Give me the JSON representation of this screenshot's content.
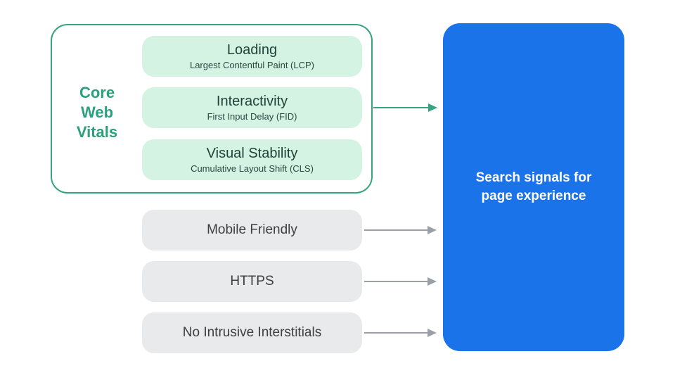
{
  "core_web_vitals": {
    "label": "Core Web Vitals",
    "pills": [
      {
        "title": "Loading",
        "subtitle": "Largest Contentful Paint (LCP)"
      },
      {
        "title": "Interactivity",
        "subtitle": "First Input Delay (FID)"
      },
      {
        "title": "Visual Stability",
        "subtitle": "Cumulative Layout Shift (CLS)"
      }
    ]
  },
  "other_signals": [
    {
      "label": "Mobile Friendly"
    },
    {
      "label": "HTTPS"
    },
    {
      "label": "No Intrusive Interstitials"
    }
  ],
  "result_box": {
    "label": "Search signals for page experience"
  },
  "icons": {
    "green_arrow": "right-arrow-icon",
    "gray_arrows": "right-arrow-icon"
  },
  "colors": {
    "green_stroke": "#35A47F",
    "green_label": "#2AA07B",
    "mint_pill_bg": "#D5F3E3",
    "mint_pill_text": "#1F433A",
    "gray_pill_bg": "#E9EAEB",
    "gray_pill_text": "#3C4043",
    "gray_arrow": "#9AA0A6",
    "blue_box_bg": "#1A73E8",
    "blue_box_text": "#FFFFFF",
    "background": "#FFFFFF"
  }
}
